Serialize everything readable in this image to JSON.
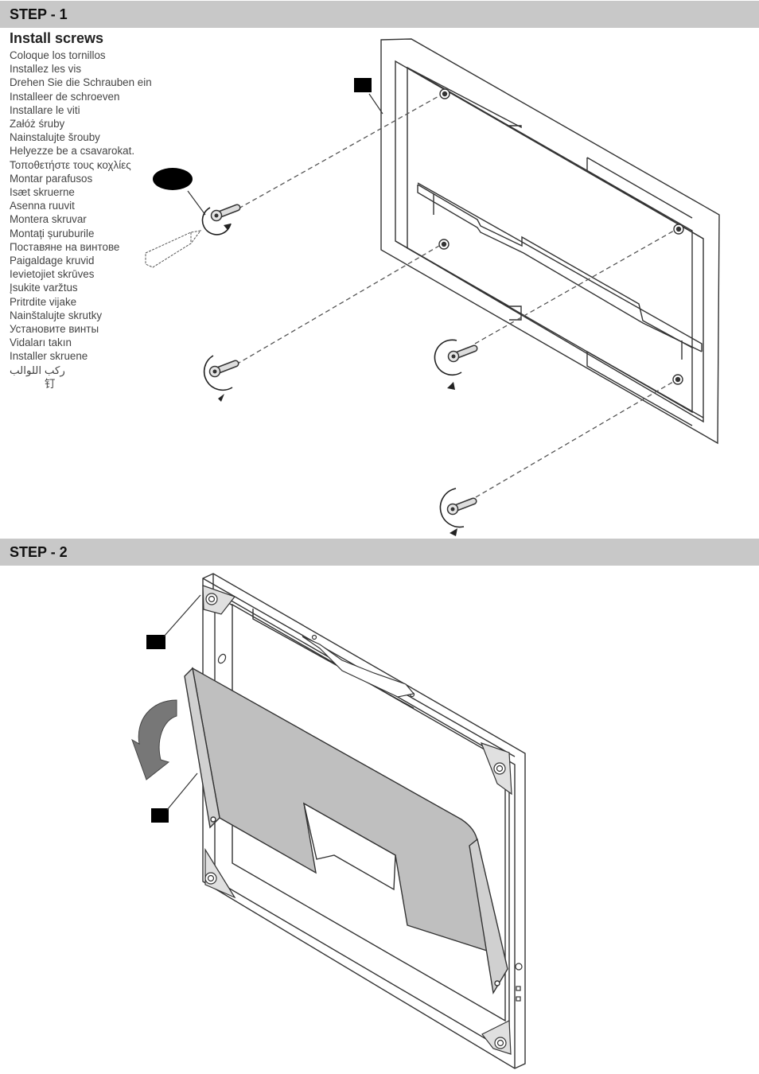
{
  "step1": {
    "label": "STEP - 1",
    "title": "Install screws",
    "translations": [
      "Coloque los tornillos",
      "Installez les vis",
      "Drehen Sie die Schrauben ein",
      "Installeer de schroeven",
      "Installare le viti",
      "Załóż śruby",
      "Nainstalujte šrouby",
      "Helyezze be a csavarokat.",
      "Τοποθετήστε τους κοχλίες",
      "Montar parafusos",
      "Isæt skruerne",
      "Asenna ruuvit",
      "Montera skruvar",
      "Montați șuruburile",
      "Поставяне на винтове",
      "Paigaldage kruvid",
      "Ievietojiet skrūves",
      "Įsukite varžtus",
      "Pritrdite vijake",
      "Nainštalujte skrutky",
      "Установите винты",
      "Vidaları takın",
      "Installer skruene",
      "ركب اللوالب",
      "钉"
    ]
  },
  "step2": {
    "label": "STEP - 2"
  },
  "colors": {
    "step_bar": "#c8c8c8",
    "plate_fill": "#bfbfbf",
    "line": "#333333",
    "arrow_fill": "#777777"
  }
}
